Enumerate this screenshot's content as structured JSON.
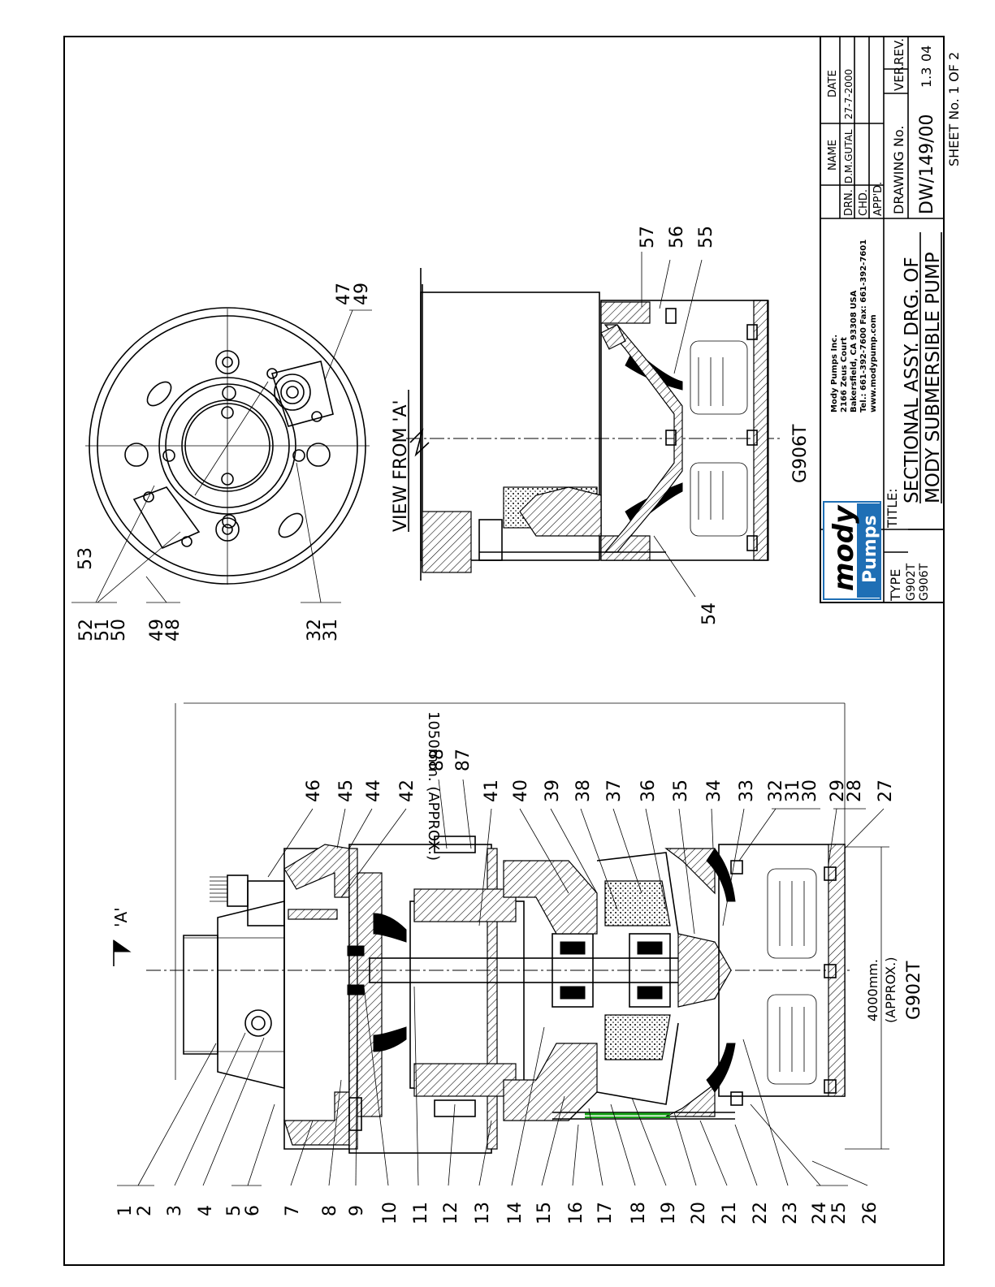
{
  "drawing": {
    "view_a_marker": "'A'",
    "overall_height_dim": "1050mm. (APPROX.)",
    "overall_width_dim": "4000mm.",
    "width_note": "(APPROX.)",
    "main_view_model": "G902T",
    "section_view_title": "VIEW FROM 'A'",
    "section_view_model": "G906T"
  },
  "callouts": {
    "left_column": [
      "1",
      "2",
      "3",
      "4",
      "5",
      "6",
      "7",
      "8",
      "9",
      "10",
      "11",
      "12",
      "13",
      "14",
      "15",
      "16",
      "17",
      "18",
      "19",
      "20",
      "21",
      "22",
      "23",
      "24",
      "25",
      "26"
    ],
    "right_column": [
      "46",
      "45",
      "44",
      "42",
      "88",
      "87",
      "41",
      "40",
      "39",
      "38",
      "37",
      "36",
      "35",
      "34",
      "33",
      "32",
      "31",
      "30",
      "29",
      "28",
      "27"
    ],
    "top_view": [
      "52",
      "51",
      "50",
      "49",
      "48",
      "32",
      "31",
      "53",
      "47",
      "49"
    ],
    "section_view": [
      "57",
      "56",
      "55",
      "54"
    ]
  },
  "title_block": {
    "company_lines": [
      "Mody Pumps Inc.",
      "2166 Zeus Court",
      "Bakersfield, CA 93308  USA",
      "Tel.: 661-392-7600  Fax: 661-392-7601",
      "www.modypump.com"
    ],
    "logo_top": "mody",
    "logo_bottom": "Pumps",
    "name_header": "NAME",
    "date_header": "DATE",
    "drn_label": "DRN.",
    "drn_name": "D.M.GUTAL",
    "drn_date": "27-7-2000",
    "chd_label": "CHD.",
    "appd_label": "APP'D.",
    "type_label": "TYPE",
    "types": [
      "G902T",
      "G906T"
    ],
    "title_label": "TITLE:",
    "title_line1": "SECTIONAL ASSY. DRG. OF",
    "title_line2": "MODY SUBMERSIBLE PUMP",
    "drawing_no_label": "DRAWING No.",
    "drawing_no": "DW/149/00",
    "ver_label": "VER.",
    "ver": "1.3",
    "rev_label": "REV.",
    "rev": "04",
    "sheet": "SHEET No. 1 OF 2"
  }
}
